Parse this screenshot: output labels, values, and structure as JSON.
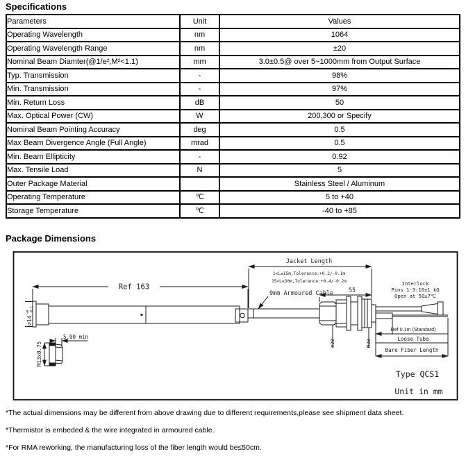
{
  "page": {
    "specs_title": "Specifications",
    "package_title": "Package Dimensions"
  },
  "spec_table": {
    "headers": [
      "Parameters",
      "Unit",
      "Values"
    ],
    "rows": [
      {
        "param": "Operating Wavelength",
        "unit": "nm",
        "value": "1064"
      },
      {
        "param": "Operating Wavelength Range",
        "unit": "nm",
        "value": "±20"
      },
      {
        "param": "Nominal Beam Diamter(@1/e²,M²<1.1)",
        "unit": "mm",
        "value": "3.0±0.5@ over 5~1000mm from Output Surface"
      },
      {
        "param": "Typ. Transmission",
        "unit": "-",
        "value": "98%"
      },
      {
        "param": "Min. Transmission",
        "unit": "-",
        "value": "97%"
      },
      {
        "param": "Min. Return Loss",
        "unit": "dB",
        "value": "50"
      },
      {
        "param": "Max. Optical Power (CW)",
        "unit": "W",
        "value": "200,300 or Specify"
      },
      {
        "param": "Nominal Beam Pointing Accuracy",
        "unit": "deg",
        "value": "0.5"
      },
      {
        "param": "Max Beam Divergence Angle (Full Angle)",
        "unit": "mrad",
        "value": "0.5"
      },
      {
        "param": "Min. Beam  Ellipticity",
        "unit": "-",
        "value": "0.92"
      },
      {
        "param": "Max. Tensile Load",
        "unit": "N",
        "value": "5"
      },
      {
        "param": "Outer Package Material",
        "unit": "",
        "value": "Stainless Steel / Aluminum"
      },
      {
        "param": "Operating Temperature",
        "unit": "℃",
        "value": "5 to +40"
      },
      {
        "param": "Storage Temperature",
        "unit": "℃",
        "value": "-40 to +85"
      }
    ]
  },
  "drawing": {
    "ref_length": "Ref 163",
    "jacket_length_label": "Jacket Length",
    "jacket_tol_1": "1<L≤15m,Tolerance:+0.2/-0.1m",
    "jacket_tol_2": "15<L≤30m,Tolerance:+0.4/-0.2m",
    "cable_label": "9mm Armoured Cable",
    "dim_55": "55",
    "interlock_line1": "Interlock",
    "interlock_line2": "Pins 1-3:10±1 kΩ",
    "interlock_line3": "Open at 50±7℃",
    "ref_fiber": "Ref 0.1m (Standard)",
    "loose_tube": "Loose Tube",
    "bare_fiber": "Bare Fiber Length",
    "type_label": "Type QCS1",
    "unit_label": "Unit in mm",
    "dia14": "⌀14",
    "dia14_tol_plus": "+0",
    "dia14_tol_minus": "-0.1",
    "dia20": "⌀20",
    "m20": "M20",
    "m13": "M13x0.75",
    "min5": "5.00 min"
  },
  "footnotes": [
    "*The actual dimensions may be different from above drawing due to different requirements,please see shipment data sheet.",
    "*Thermistor is embeded & the wire integrated in armoured cable.",
    "*For RMA reworking, the manufacturing loss of the fiber length would be≤50cm."
  ]
}
